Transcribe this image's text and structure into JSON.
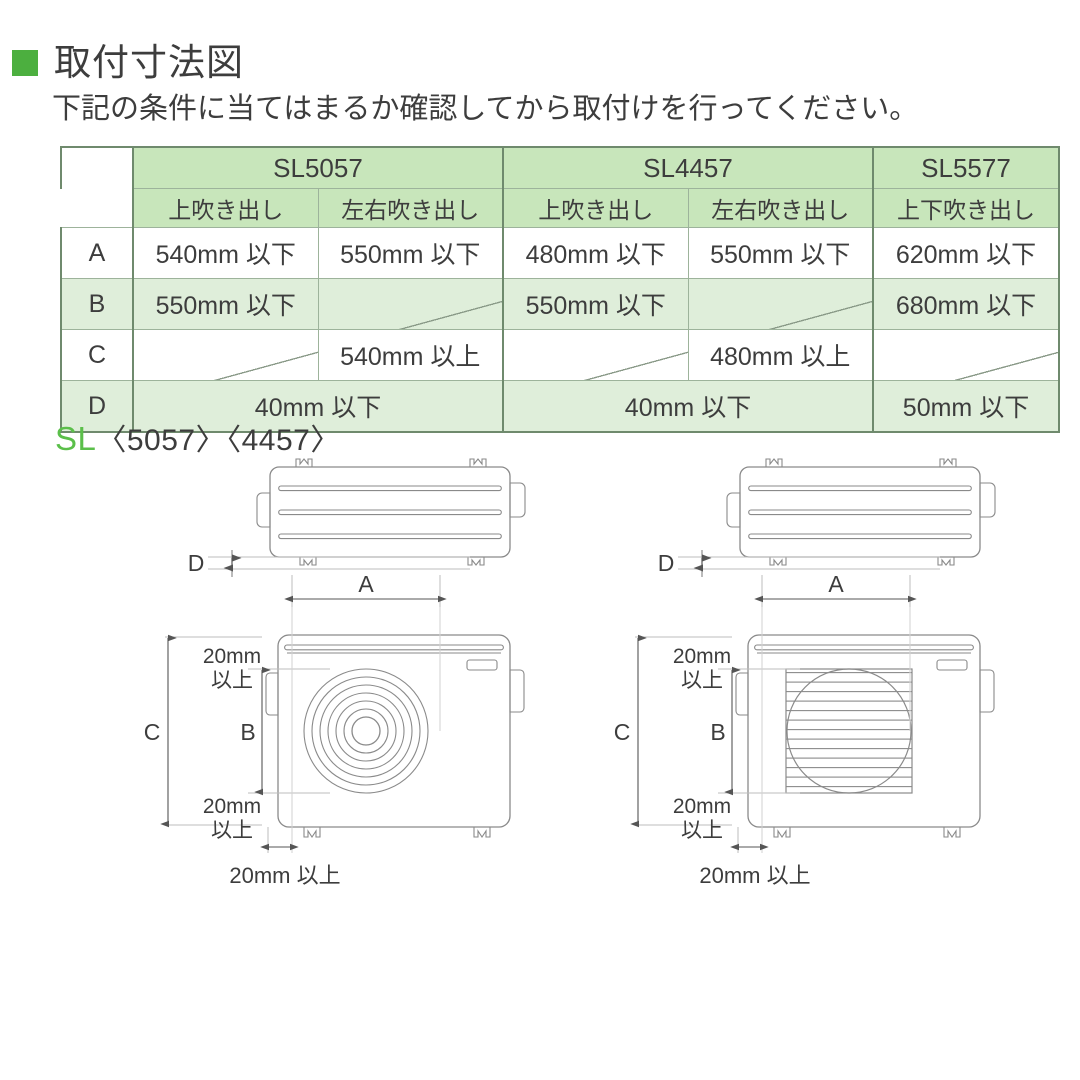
{
  "header": {
    "bullet_color": "#4caf3f",
    "title": "取付寸法図",
    "subtitle": "下記の条件に当てはまるか確認してから取付けを行ってください。"
  },
  "table": {
    "groups": [
      {
        "label": "SL5057",
        "span": 2
      },
      {
        "label": "SL4457",
        "span": 2
      },
      {
        "label": "SL5577",
        "span": 1
      }
    ],
    "subheaders": [
      "上吹き出し",
      "左右吹き出し",
      "上吹き出し",
      "左右吹き出し",
      "上下吹き出し"
    ],
    "rows": [
      {
        "label": "A",
        "cells": [
          "540mm 以下",
          "550mm 以下",
          "480mm 以下",
          "550mm 以下",
          "620mm 以下"
        ]
      },
      {
        "label": "B",
        "cells": [
          "550mm 以下",
          "",
          "550mm 以下",
          "",
          "680mm 以下"
        ]
      },
      {
        "label": "C",
        "cells": [
          "",
          "540mm 以上",
          "",
          "480mm 以上",
          ""
        ]
      },
      {
        "label": "D",
        "cells": [
          "40mm 以下",
          "40mm 以下",
          "50mm 以下"
        ]
      }
    ],
    "header_bg": "#c8e6bb",
    "alt_row_bg": "#dfeeda",
    "border_color": "#9db39b"
  },
  "model_caption": {
    "prefix": "SL",
    "models": "〈5057〉〈4457〉"
  },
  "diagram": {
    "left": {
      "top_view": {
        "d_label": "D",
        "a_label": "A"
      },
      "front_view": {
        "c_label": "C",
        "b_label": "B",
        "top_clearance_line1": "20mm",
        "top_clearance_line2": "以上",
        "bottom_clearance_line1": "20mm",
        "bottom_clearance_line2": "以上",
        "side_clearance": "20mm 以上",
        "fan_style": "concentric-circles"
      }
    },
    "right": {
      "top_view": {
        "d_label": "D",
        "a_label": "A"
      },
      "front_view": {
        "c_label": "C",
        "b_label": "B",
        "top_clearance_line1": "20mm",
        "top_clearance_line2": "以上",
        "bottom_clearance_line1": "20mm",
        "bottom_clearance_line2": "以上",
        "side_clearance": "20mm 以上",
        "fan_style": "louver-grille"
      }
    },
    "line_color": "#8a8a8a"
  }
}
